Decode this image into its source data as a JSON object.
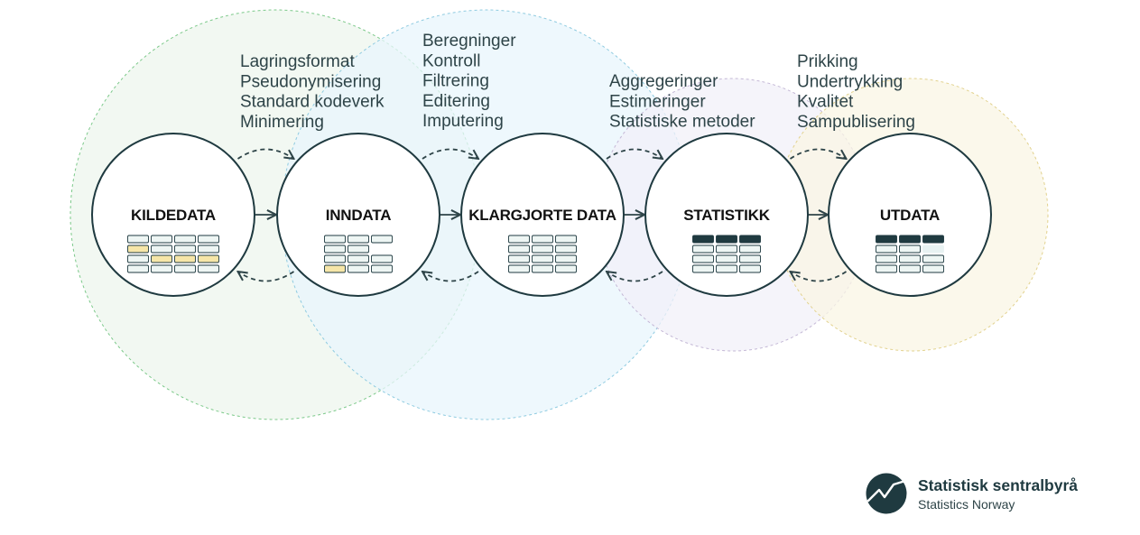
{
  "stages": [
    {
      "title": "KILDEDATA",
      "grid": [
        [
          0,
          0,
          0,
          0
        ],
        [
          1,
          0,
          0,
          0
        ],
        [
          0,
          1,
          1,
          1
        ],
        [
          0,
          0,
          0,
          0
        ]
      ],
      "icon": "source-table-icon"
    },
    {
      "title": "INNDATA",
      "grid": [
        [
          0,
          0,
          0
        ],
        [
          0,
          0
        ],
        [
          0,
          0,
          0
        ],
        [
          1,
          0,
          0
        ]
      ],
      "icon": "input-table-icon"
    },
    {
      "title": "KLARGJORTE DATA",
      "grid": [
        [
          0,
          0,
          0
        ],
        [
          0,
          0,
          0
        ],
        [
          0,
          0,
          0
        ],
        [
          0,
          0,
          0
        ]
      ],
      "icon": "prepared-table-icon"
    },
    {
      "title": "STATISTIKK",
      "grid": [
        [
          2,
          2,
          2
        ],
        [
          0,
          0,
          0
        ],
        [
          0,
          0,
          0
        ],
        [
          0,
          0,
          0
        ]
      ],
      "icon": "statistics-table-icon"
    },
    {
      "title": "UTDATA",
      "grid": [
        [
          2,
          2,
          2
        ],
        [
          0,
          0,
          3
        ],
        [
          0,
          0,
          0
        ],
        [
          0,
          0,
          0
        ]
      ],
      "icon": "output-table-icon"
    }
  ],
  "process_groups": [
    {
      "name": "inndata-process-labels",
      "lines": [
        "Lagringsformat",
        "Pseudonymisering",
        "Standard kodeverk",
        "Minimering"
      ]
    },
    {
      "name": "klargjorte-process-labels",
      "lines": [
        "Beregninger",
        "Kontroll",
        "Filtrering",
        "Editering",
        "Imputering"
      ]
    },
    {
      "name": "statistikk-process-labels",
      "lines": [
        "Aggregeringer",
        "Estimeringer",
        "Statistiske metoder"
      ]
    },
    {
      "name": "utdata-process-labels",
      "lines": [
        "Prikking",
        "Undertrykking",
        "Kvalitet",
        "Sampublisering"
      ]
    }
  ],
  "background_circle_colors": [
    "#eef6ee",
    "#e8f6fc",
    "#f2f0f8",
    "#faf6e4"
  ],
  "background_circle_strokes": [
    "#7cc98a",
    "#8fcbe0",
    "#c4b8d6",
    "#e2d28e"
  ],
  "cell_colors": {
    "empty": "#eef6f4",
    "highlight": "#f6e6a8",
    "header": "#1f3a40",
    "faded": "#e8f2f2"
  },
  "logo": {
    "name": "Statistisk sentralbyrå",
    "subtitle": "Statistics Norway",
    "icon": "ssb-logo-icon"
  }
}
